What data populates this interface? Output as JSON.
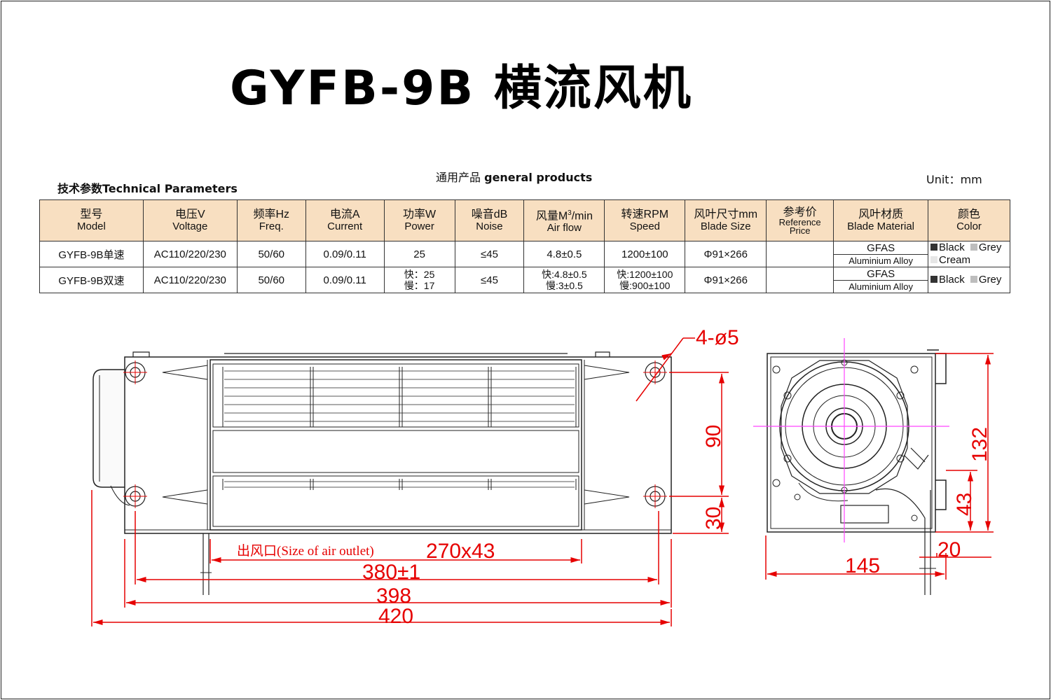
{
  "title": "GYFB-9B 横流风机",
  "tech_params_label": "技术参数Technical Parameters",
  "general_products": {
    "cn": "通用产品",
    "en": "general products"
  },
  "unit": "Unit：mm",
  "table": {
    "headers": [
      {
        "cn": "型号",
        "en": "Model"
      },
      {
        "cn": "电压V",
        "en": "Voltage"
      },
      {
        "cn": "频率Hz",
        "en": "Freq."
      },
      {
        "cn": "电流A",
        "en": "Current"
      },
      {
        "cn": "功率W",
        "en": "Power"
      },
      {
        "cn": "噪音dB",
        "en": "Noise"
      },
      {
        "cn": "风量M",
        "sup": "3",
        "cn_tail": "/min",
        "en": "Air flow"
      },
      {
        "cn": "转速RPM",
        "en": "Speed"
      },
      {
        "cn": "风叶尺寸mm",
        "en": "Blade Size"
      },
      {
        "cn": "参考价",
        "en": "Reference",
        "en2": "Price"
      },
      {
        "cn": "风叶材质",
        "en": "Blade Material"
      },
      {
        "cn": "颜色",
        "en": "Color"
      }
    ],
    "rows": [
      {
        "model": "GYFB-9B单速",
        "voltage": "AC110/220/230",
        "freq": "50/60",
        "current": "0.09/0.11",
        "power": "25",
        "noise": "≤45",
        "airflow": "4.8±0.5",
        "speed": "1200±100",
        "blade_size": "Φ91×266",
        "price": "",
        "material": "GFAS",
        "material2": "Aluminium Alloy",
        "color1": "Black",
        "color2": "Grey",
        "color3": "Cream"
      },
      {
        "model": "GYFB-9B双速",
        "voltage": "AC110/220/230",
        "freq": "50/60",
        "current": "0.09/0.11",
        "power_fast": "快：25",
        "power_slow": "慢：17",
        "noise": "≤45",
        "airflow_fast": "快:4.8±0.5",
        "airflow_slow": "慢:3±0.5",
        "speed_fast": "快:1200±100",
        "speed_slow": "慢:900±100",
        "blade_size": "Φ91×266",
        "price": "",
        "material": "GFAS",
        "material2": "Aluminium Alloy",
        "color1": "Black",
        "color2": "Grey"
      }
    ]
  },
  "drawing": {
    "holes_label": "4-ø5",
    "outlet_label": "出风口(Size of  air outlet)",
    "outlet_size": "270x43",
    "dim_380": "380±1",
    "dim_398": "398",
    "dim_420": "420",
    "dim_90": "90",
    "dim_30": "30",
    "dim_145": "145",
    "dim_132": "132",
    "dim_43": "43",
    "dim_20": "20",
    "dim_color": "#e60000",
    "center_line_color": "#ff44ff"
  }
}
